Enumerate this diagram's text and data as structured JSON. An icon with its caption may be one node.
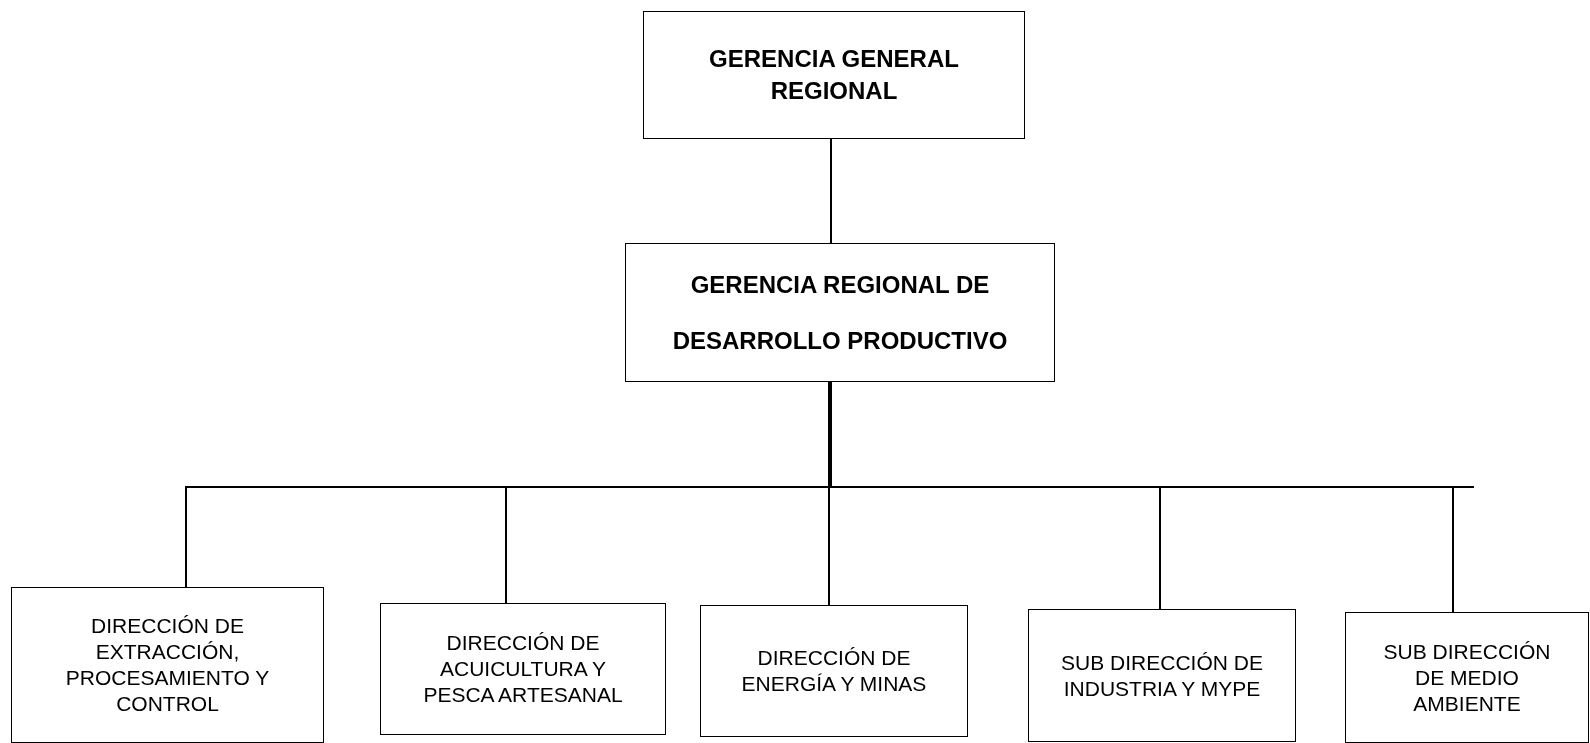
{
  "diagram": {
    "nodes": [
      {
        "text": [
          "GERENCIA GENERAL REGIONAL"
        ]
      },
      {
        "text": [
          "GERENCIA REGIONAL DE DESARROLLO PRODUCTIVO"
        ]
      },
      {
        "text": [
          "DIRECCIÓN DE EXTRACCIÓN, PROCESAMIENTO Y CONTROL"
        ]
      },
      {
        "text": [
          "DIRECCIÓN DE ACUICULTURA Y PESCA ARTESANAL"
        ]
      },
      {
        "text": [
          "DIRECCIÓN DE ENERGÍA Y MINAS"
        ]
      },
      {
        "text": [
          "SUB DIRECCIÓN DE INDUSTRIA Y MYPE"
        ]
      },
      {
        "text": [
          "SUB DIRECCIÓN DE MEDIO AMBIENTE"
        ]
      }
    ],
    "edges": [
      {
        "from": 0,
        "to": 1,
        "arrow": "none"
      },
      {
        "from": 1,
        "to": 2,
        "arrow": "none"
      },
      {
        "from": 1,
        "to": 3,
        "arrow": "none"
      },
      {
        "from": 1,
        "to": 4,
        "arrow": "none"
      },
      {
        "from": 1,
        "to": 5,
        "arrow": "none"
      },
      {
        "from": 1,
        "to": 6,
        "arrow": "none"
      }
    ]
  }
}
